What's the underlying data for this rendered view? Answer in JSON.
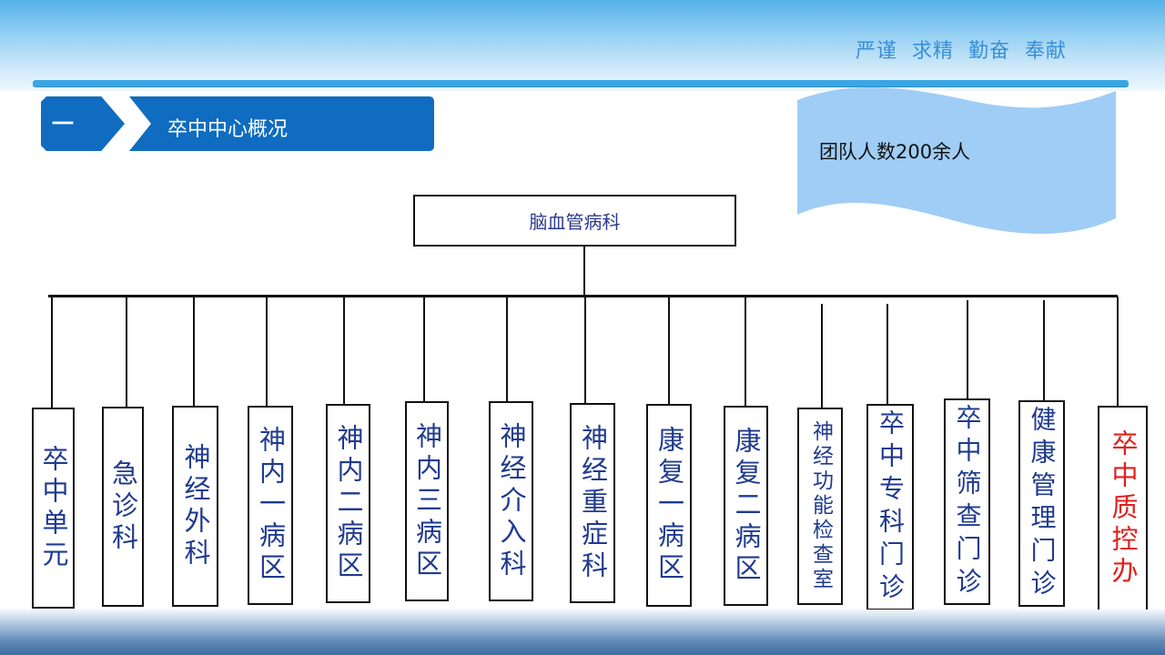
{
  "header": {
    "motto": "严谨  求精  勤奋  奉献"
  },
  "section": {
    "number": "一",
    "title": "卒中中心概况"
  },
  "team_info": {
    "text": "团队人数200余人",
    "flag_color": "#9fcdf5"
  },
  "org_chart": {
    "root": "脑血管病科",
    "children": [
      {
        "label": "卒中单元",
        "color": "#1f3a8f"
      },
      {
        "label": "急诊科",
        "color": "#1f3a8f"
      },
      {
        "label": "神经外科",
        "color": "#1f3a8f"
      },
      {
        "label": "神内一病区",
        "color": "#1f3a8f"
      },
      {
        "label": "神内二病区",
        "color": "#1f3a8f"
      },
      {
        "label": "神内三病区",
        "color": "#1f3a8f"
      },
      {
        "label": "神经介入科",
        "color": "#1f3a8f"
      },
      {
        "label": "神经重症科",
        "color": "#1f3a8f"
      },
      {
        "label": "康复一病区",
        "color": "#1f3a8f"
      },
      {
        "label": "康复二病区",
        "color": "#1f3a8f"
      },
      {
        "label": "神经功能检查室",
        "color": "#1f3a8f"
      },
      {
        "label": "卒中专科门诊",
        "color": "#1f3a8f"
      },
      {
        "label": "卒中筛查门诊",
        "color": "#1f3a8f"
      },
      {
        "label": "健康管理门诊",
        "color": "#1f3a8f"
      },
      {
        "label": "卒中质控办",
        "color": "#e0201c"
      }
    ]
  },
  "colors": {
    "accent_blue": "#0f6cc0",
    "rule_blue": "#3aa6e4",
    "motto_blue": "#3a8fd6",
    "box_text": "#1f3a8f",
    "highlight_red": "#e0201c"
  }
}
